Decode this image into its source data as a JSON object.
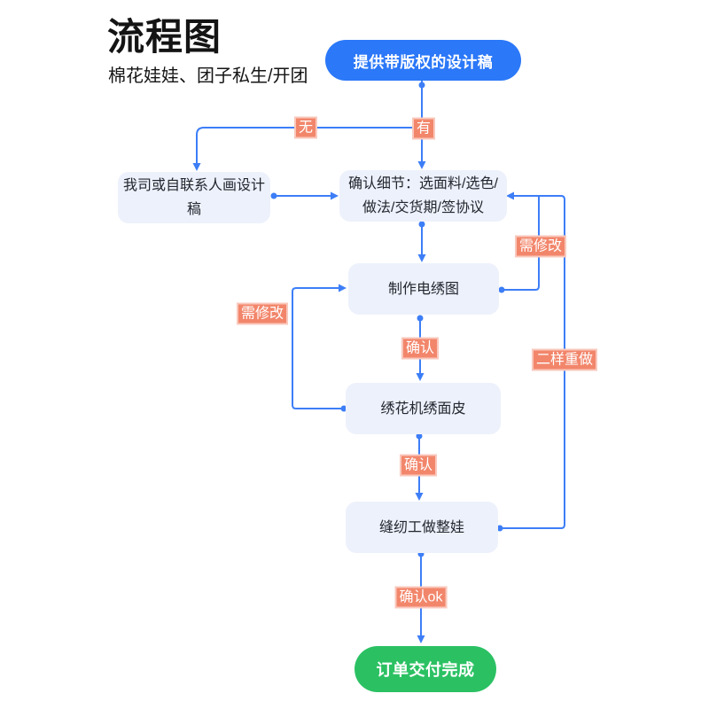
{
  "header": {
    "title": "流程图",
    "subtitle": "棉花娃娃、团子私生/开团"
  },
  "nodes": {
    "start": {
      "label": "提供带版权的设计稿"
    },
    "design": {
      "label": "我司或自联系人画设计\n稿"
    },
    "confirm": {
      "label": "确认细节：选面料/选色/\n做法/交货期/签协议"
    },
    "emap": {
      "label": "制作电绣图"
    },
    "machine": {
      "label": "绣花机绣面皮"
    },
    "sewing": {
      "label": "缝纫工做整娃"
    },
    "done": {
      "label": "订单交付完成"
    }
  },
  "edge_labels": {
    "no": "无",
    "yes": "有",
    "need_fix_right": "需修改",
    "need_fix_left": "需修改",
    "confirm_1": "确认",
    "confirm_2": "确认",
    "redo_sample": "二样重做",
    "confirm_ok": "确认ok"
  },
  "colors": {
    "accent_blue": "#2B78F8",
    "accent_green": "#2BC163",
    "label_salmon": "#F2866B",
    "node_fill": "#EDF1FB",
    "connector_blue": "#3D7EF7",
    "text_dark": "#141414"
  }
}
